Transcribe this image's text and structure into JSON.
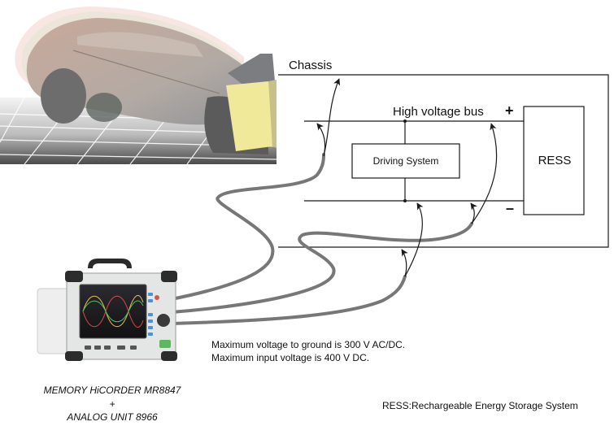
{
  "diagram": {
    "labels": {
      "chassis": "Chassis",
      "high_voltage_bus": "High voltage bus",
      "positive_terminal": "+",
      "negative_terminal": "–",
      "driving_system": "Driving System",
      "ress": "RESS"
    },
    "notes": [
      "Maximum voltage to ground is 300 V AC/DC.",
      "Maximum input voltage is 400 V DC."
    ],
    "device_caption": {
      "line1": "MEMORY HiCORDER MR8847",
      "line2": "+",
      "line3": "ANALOG UNIT 8966"
    },
    "abbreviation": "RESS:Rechargeable Energy Storage System",
    "illustrations": {
      "vehicle": "crash-test-car-illustration",
      "recorder": "memory-hicorder-device-illustration"
    },
    "colors": {
      "line": "#1a1a1a",
      "cable": "#777777",
      "impact_pad": "#f1e99a"
    }
  }
}
